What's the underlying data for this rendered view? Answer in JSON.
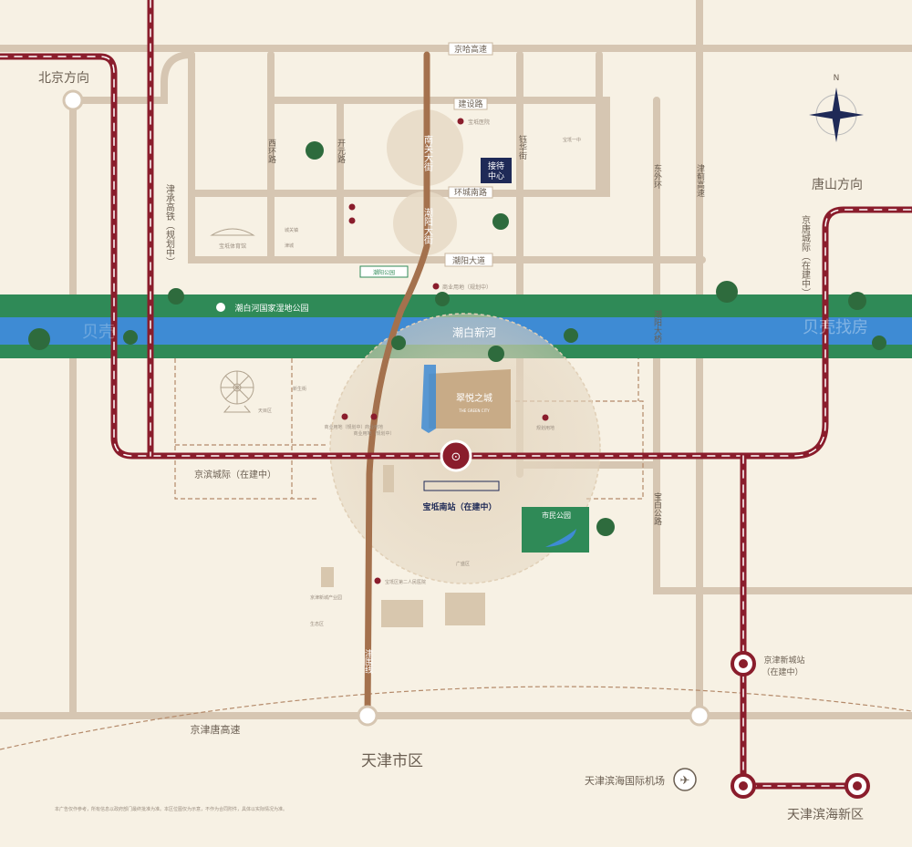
{
  "map": {
    "directions": {
      "beijing": "北京方向",
      "tangshan": "唐山方向",
      "tianjin_city": "天津市区",
      "binhai_new_area": "天津滨海新区"
    },
    "roads": {
      "jingha_highway": "京哈高速",
      "jingtang_highway": "京津唐高速",
      "jianshe_road": "建设路",
      "huancheng_south_road": "环城南路",
      "chaoyang_avenue": "潮阳大道",
      "nanguan_street": "南关大街",
      "chaoyang_street": "潮阳大街",
      "yuhua_street": "钰华街",
      "xihuan_road": "西环路",
      "kaiyuan_road": "开元路",
      "dongwai_ring": "东外环",
      "jinji_highway": "津蓟高速",
      "chaoyang_bridge": "潮阳大桥",
      "baobai_highway": "宝白公路",
      "jinwei_line": "津围线"
    },
    "rail": {
      "jincheng_railway": "津承高铁（规划中）",
      "jingbin_intercity": "京滨城际（在建中）",
      "jingtang_intercity": "京唐城际（在建中）",
      "baodi_south_station": "宝坻南站（在建中）",
      "jingjin_xincheng_station": "京津新城站",
      "jingjin_xincheng_status": "（在建中）"
    },
    "water": {
      "chaobai_new_river": "潮白新河",
      "wetland_park": "潮白河国家湿地公园"
    },
    "places": {
      "project_name": "翠悦之城",
      "project_sub": "THE GREEN CITY",
      "sales_center_line1": "接待",
      "sales_center_line2": "中心",
      "citizen_park": "市民公园",
      "chaoyang_park": "潮阳公园",
      "baodi_stadium": "宝坻体育馆",
      "airport": "天津滨海国际机场",
      "baodi_hospital": "宝坻医院",
      "commercial_1": "商业用地（规划中）",
      "commercial_2": "商业用地",
      "commercial_3": "商业用地（规划中）",
      "commercial_4": "规划用地",
      "chaoyang_commercial": "商业用地（规划中）",
      "baodi_no1_school": "宝坻一中",
      "baodi_no2_hospital": "宝坻区第二人民医院",
      "industrial_zone": "京津新城产业园",
      "ecological_zone": "生态区",
      "chengguan_zone": "城关镇",
      "jincheng_zone": "津城",
      "xinsheng_street": "新生街",
      "tianmu_zone": "天目区",
      "guangsheng_zone": "广盛区"
    },
    "compass": "N",
    "watermark": "贝壳找房",
    "disclaimer": "本广告仅作参考，所有信息以政府部门最终批准为准。本区位图仅为示意，不作为合同附件，具体以实际情况为准。"
  },
  "colors": {
    "rail_red": "#8a1d2c",
    "road_tan": "#d6c6b2",
    "main_road": "#a4714d",
    "wetland_green": "#2f8a57",
    "river_blue": "#3e8bd4",
    "background": "#f7f1e4",
    "sales_center": "#1f2a57"
  }
}
